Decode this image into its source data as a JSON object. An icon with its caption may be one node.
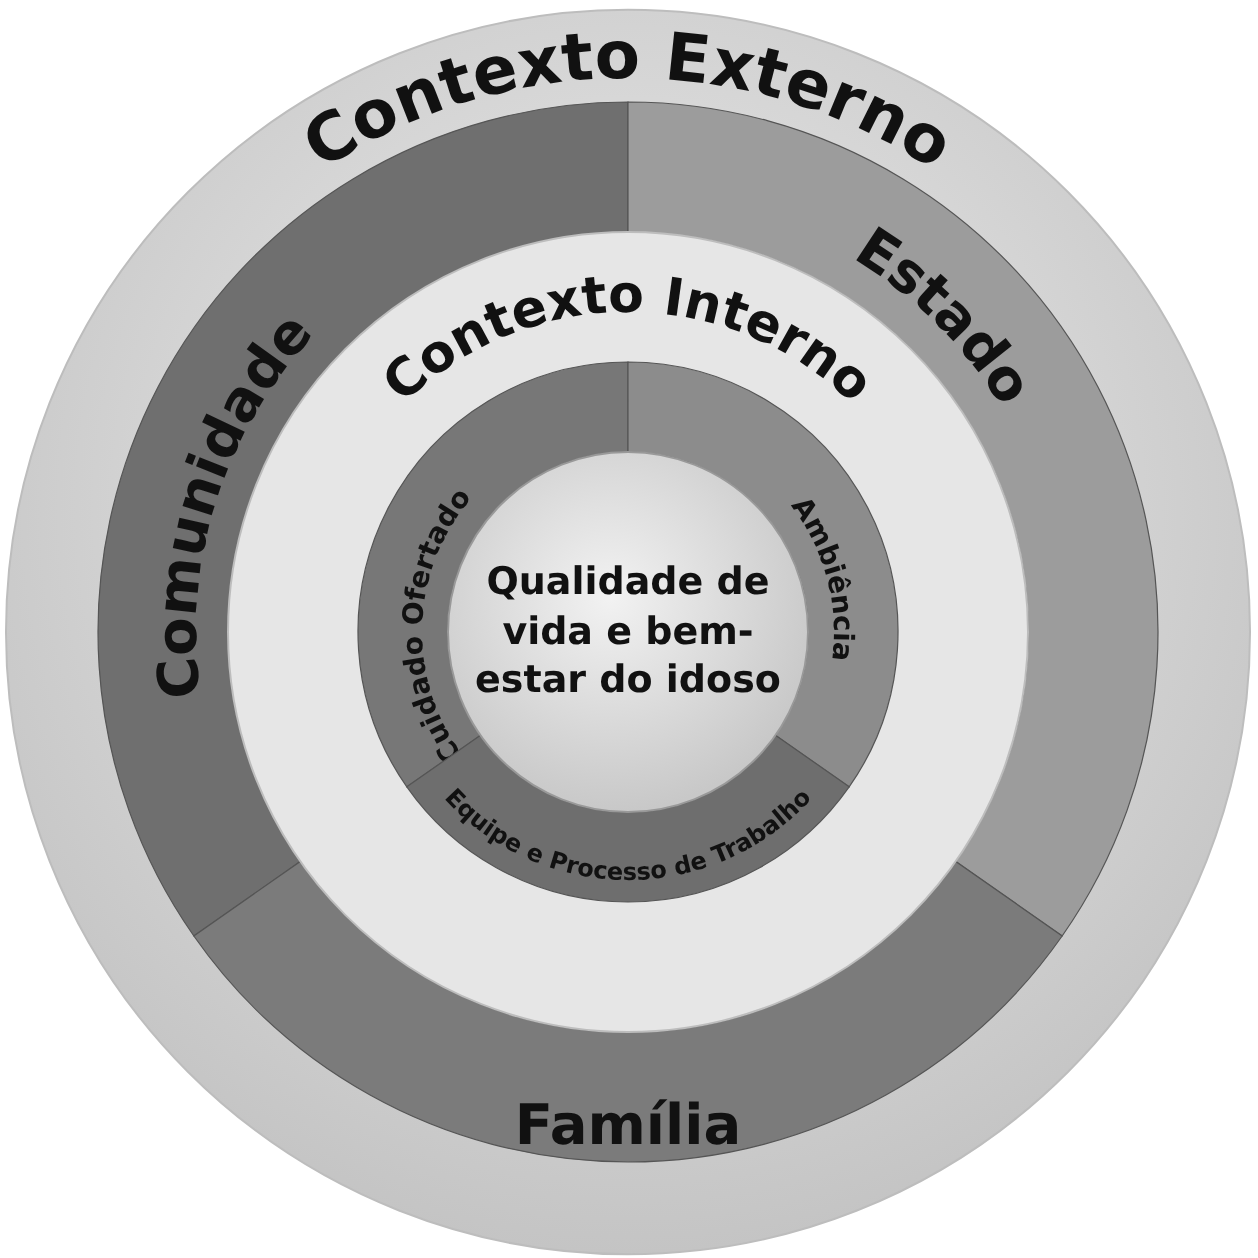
{
  "diagram": {
    "nodes": [
      {
        "text": [
          "Contexto Externo"
        ]
      },
      {
        "text": [
          "Comunidade"
        ],
        "in": 0
      },
      {
        "text": [
          "Estado"
        ],
        "in": 0
      },
      {
        "text": [
          "Família"
        ],
        "in": 0
      },
      {
        "text": [
          "Contexto Interno"
        ],
        "in": 0
      },
      {
        "text": [
          "Cuidado Ofertado"
        ],
        "in": 4
      },
      {
        "text": [
          "Ambiência"
        ],
        "in": 4
      },
      {
        "text": [
          "Equipe e Processo de Trabalho"
        ],
        "in": 4
      },
      {
        "text": [
          "Qualidade de vida e bem-estar do idoso"
        ],
        "in": 4
      }
    ],
    "edges": []
  }
}
